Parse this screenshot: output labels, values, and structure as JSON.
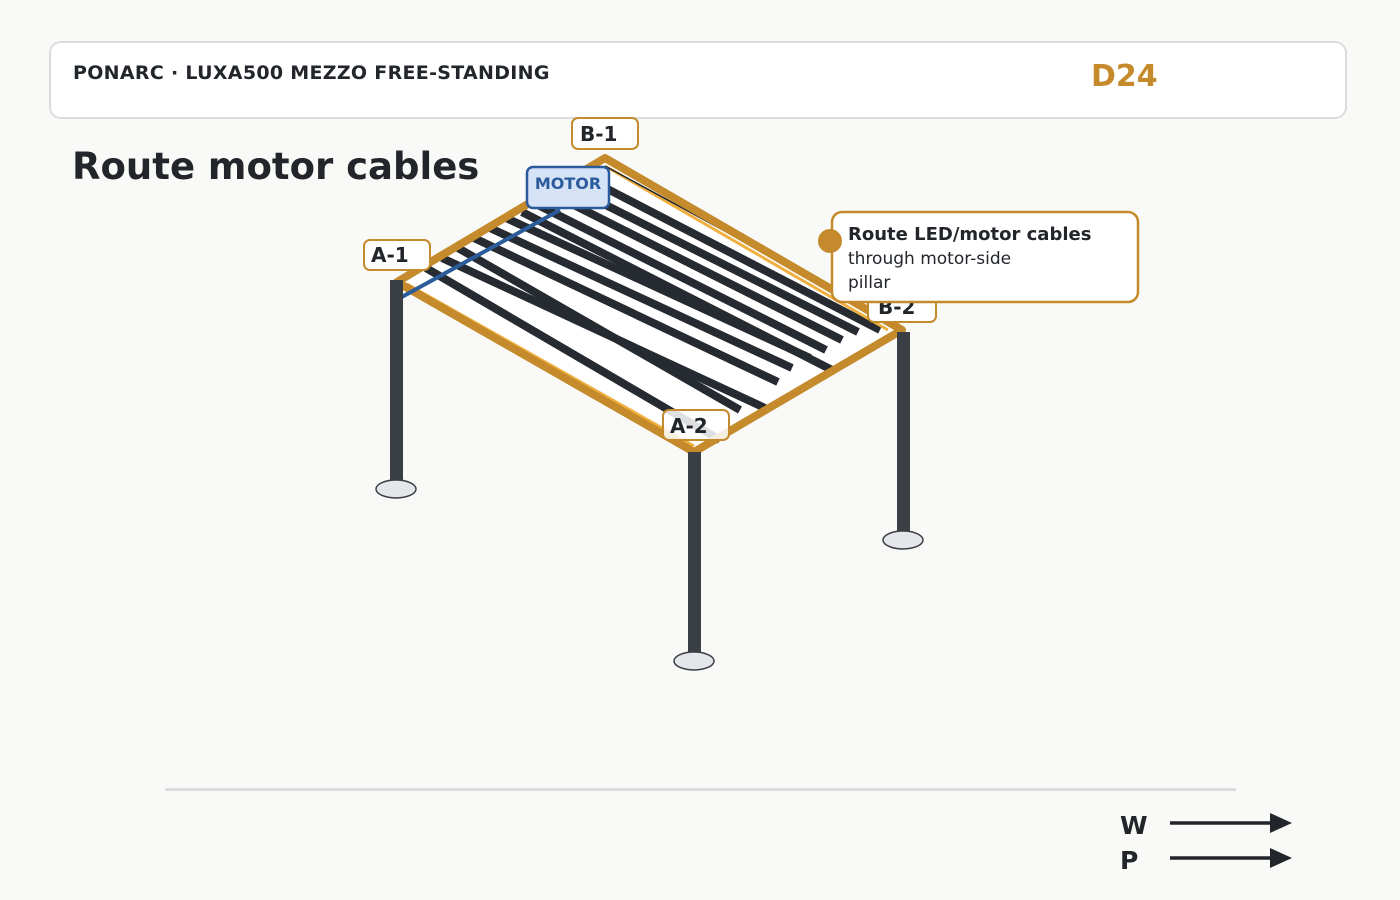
{
  "header": {
    "brand": "PONARC · LUXA500 MEZZO FREE-STANDING",
    "code": "D24"
  },
  "page": {
    "title": "Route motor cables"
  },
  "diagram": {
    "corners": {
      "a1": "A-1",
      "b1": "B-1",
      "b2": "B-2",
      "a2": "A-2"
    },
    "motor_label": "MOTOR",
    "callout": {
      "bold": "Route LED/motor cables",
      "line1": "through motor-side",
      "line2": "pillar"
    }
  },
  "legend": {
    "w": "W",
    "p": "P"
  },
  "colors": {
    "frame": "#c48a2b",
    "frame_light": "#f0b040",
    "louver": "#262b31",
    "post": "#3a3f45",
    "cable": "#2a5b9a",
    "motor_fill": "#d6e3f6",
    "text": "#22262b"
  }
}
